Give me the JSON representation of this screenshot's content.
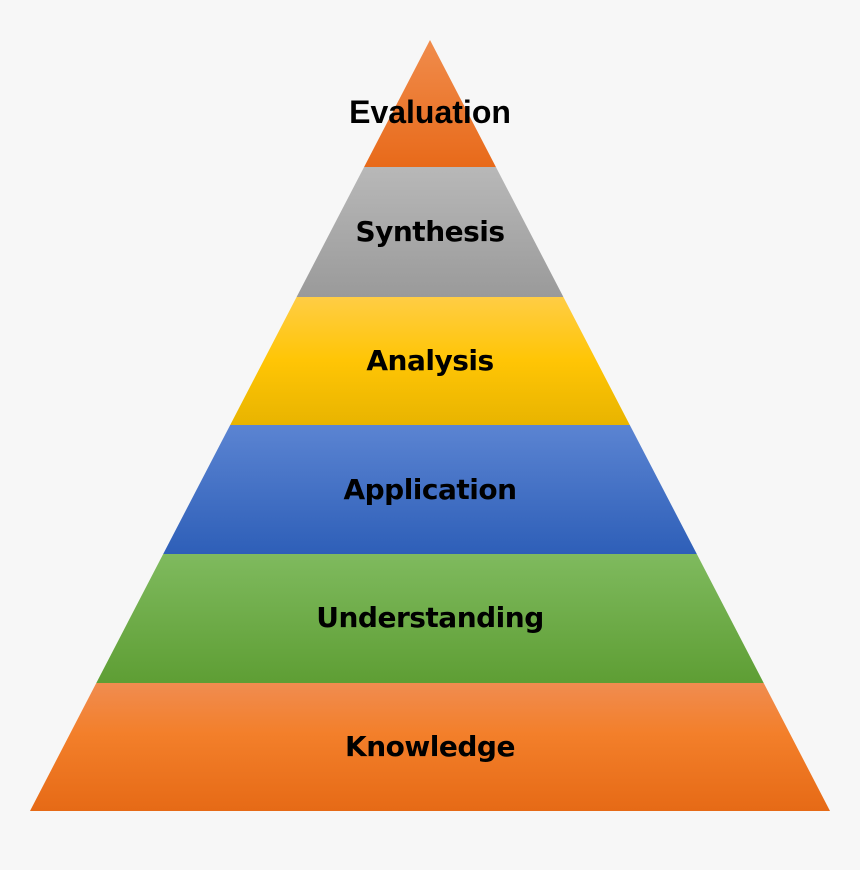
{
  "diagram": {
    "type": "pyramid",
    "background": "#f7f7f7",
    "levels": [
      {
        "label": "Evaluation",
        "color_top": "#f08c4c",
        "color_bottom": "#e86a1a"
      },
      {
        "label": "Synthesis",
        "color_top": "#b8b8b8",
        "color_bottom": "#9a9a9a"
      },
      {
        "label": "Analysis",
        "color_top": "#ffcd45",
        "color_bottom": "#e8b400"
      },
      {
        "label": "Application",
        "color_top": "#5b84d2",
        "color_bottom": "#2e5fb8"
      },
      {
        "label": "Understanding",
        "color_top": "#7fba5e",
        "color_bottom": "#5e9e34"
      },
      {
        "label": "Knowledge",
        "color_top": "#f08c4c",
        "color_bottom": "#e86a1a"
      }
    ]
  }
}
